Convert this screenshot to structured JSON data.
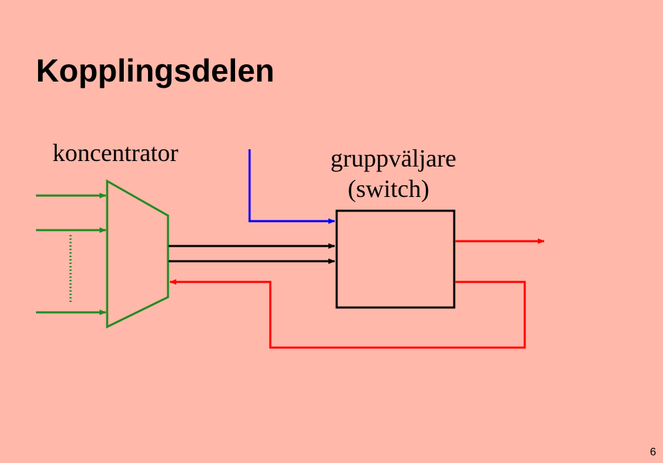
{
  "slide": {
    "title": "Kopplingsdelen",
    "page_number": "6",
    "background_color": "#ffb8aa"
  },
  "diagram": {
    "concentrator_label": "koncentrator",
    "switch_label": "gruppväljare",
    "switch_sublabel": "(switch)",
    "colors": {
      "input_lines": "#228b22",
      "control_line": "#0000ff",
      "trunk_lines": "#000000",
      "output_lines": "#ff0000"
    }
  }
}
